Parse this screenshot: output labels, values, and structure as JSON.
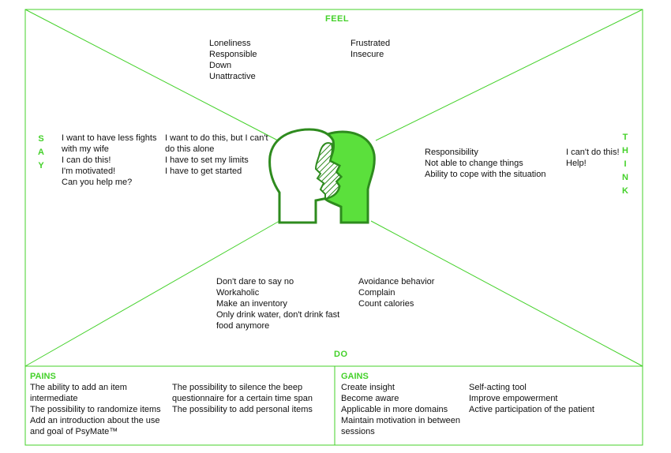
{
  "labels": {
    "feel": "FEEL",
    "do": "DO",
    "say": [
      "S",
      "A",
      "Y"
    ],
    "think": [
      "T",
      "H",
      "I",
      "N",
      "K"
    ]
  },
  "feel": {
    "col1": [
      "Loneliness",
      "Responsible",
      "Down",
      "Unattractive"
    ],
    "col2": [
      "Frustrated",
      "Insecure"
    ]
  },
  "say": {
    "col1": [
      "I want to have less fights",
      "with my wife",
      "I can do this!",
      "I'm motivated!",
      "Can you help me?"
    ],
    "col2": [
      "I want to do this, but I can't",
      "do this alone",
      "I have to set my limits",
      "I have to get started"
    ]
  },
  "think": {
    "col1": [
      "Responsibility",
      "Not able to change things",
      "Ability to cope with the situation"
    ],
    "col2": [
      "I can't do this!",
      "Help!"
    ]
  },
  "do": {
    "col1": [
      "Don't dare to say no",
      "Workaholic",
      "Make an inventory",
      "Only drink water, don't drink fast",
      "food anymore"
    ],
    "col2": [
      "Avoidance behavior",
      "Complain",
      "Count calories"
    ]
  },
  "pains": {
    "title": "PAINS",
    "col1": [
      "The ability to add an item",
      "intermediate",
      "The possibility to randomize items",
      "Add an introduction about the use",
      "and goal of PsyMate™"
    ],
    "col2": [
      "The possibility to silence the beep",
      "questionnaire for a certain time span",
      "The possibility to add personal items"
    ]
  },
  "gains": {
    "title": "GAINS",
    "col1": [
      "Create insight",
      "Become aware",
      "Applicable in more domains",
      "Maintain motivation in between",
      "sessions"
    ],
    "col2": [
      "Self-acting tool",
      "Improve empowerment",
      "Active participation of the patient"
    ]
  },
  "colors": {
    "accent": "#44d12a",
    "head_dark": "#2e8b1e",
    "head_fill": "#5be03c"
  }
}
